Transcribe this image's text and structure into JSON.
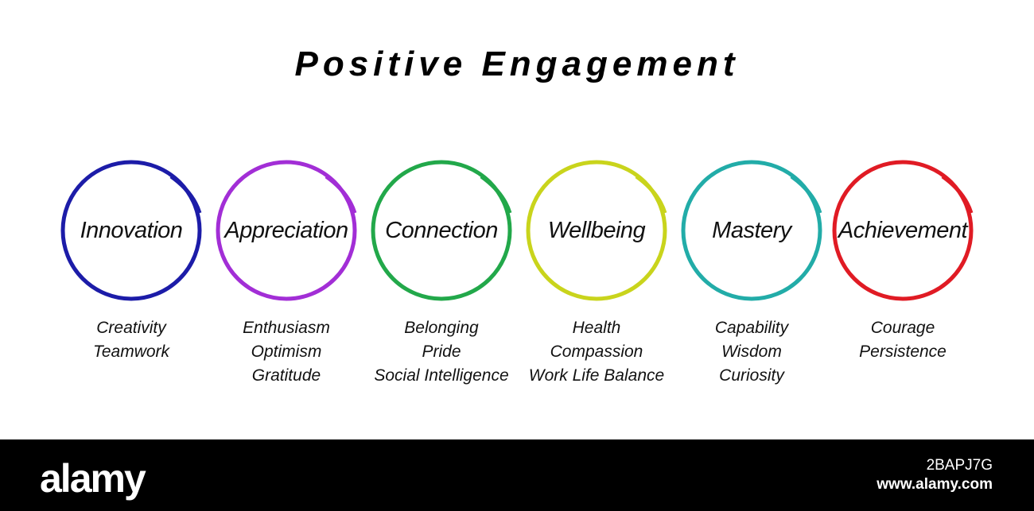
{
  "title": "Positive Engagement",
  "items": [
    {
      "label": "Innovation",
      "color": "#1c1ca8",
      "words": [
        "Creativity",
        "Teamwork"
      ]
    },
    {
      "label": "Appreciation",
      "color": "#a22ed6",
      "words": [
        "Enthusiasm",
        "Optimism",
        "Gratitude"
      ]
    },
    {
      "label": "Connection",
      "color": "#22a84a",
      "words": [
        "Belonging",
        "Pride",
        "Social Intelligence"
      ]
    },
    {
      "label": "Wellbeing",
      "color": "#c9d41c",
      "words": [
        "Health",
        "Compassion",
        "Work Life Balance"
      ]
    },
    {
      "label": "Mastery",
      "color": "#22aca8",
      "words": [
        "Capability",
        "Wisdom",
        "Curiosity"
      ]
    },
    {
      "label": "Achievement",
      "color": "#e01b24",
      "words": [
        "Courage",
        "Persistence"
      ]
    }
  ],
  "footer": {
    "logo": "alamy",
    "image_id": "2BAPJ7G",
    "site": "www.alamy.com"
  }
}
